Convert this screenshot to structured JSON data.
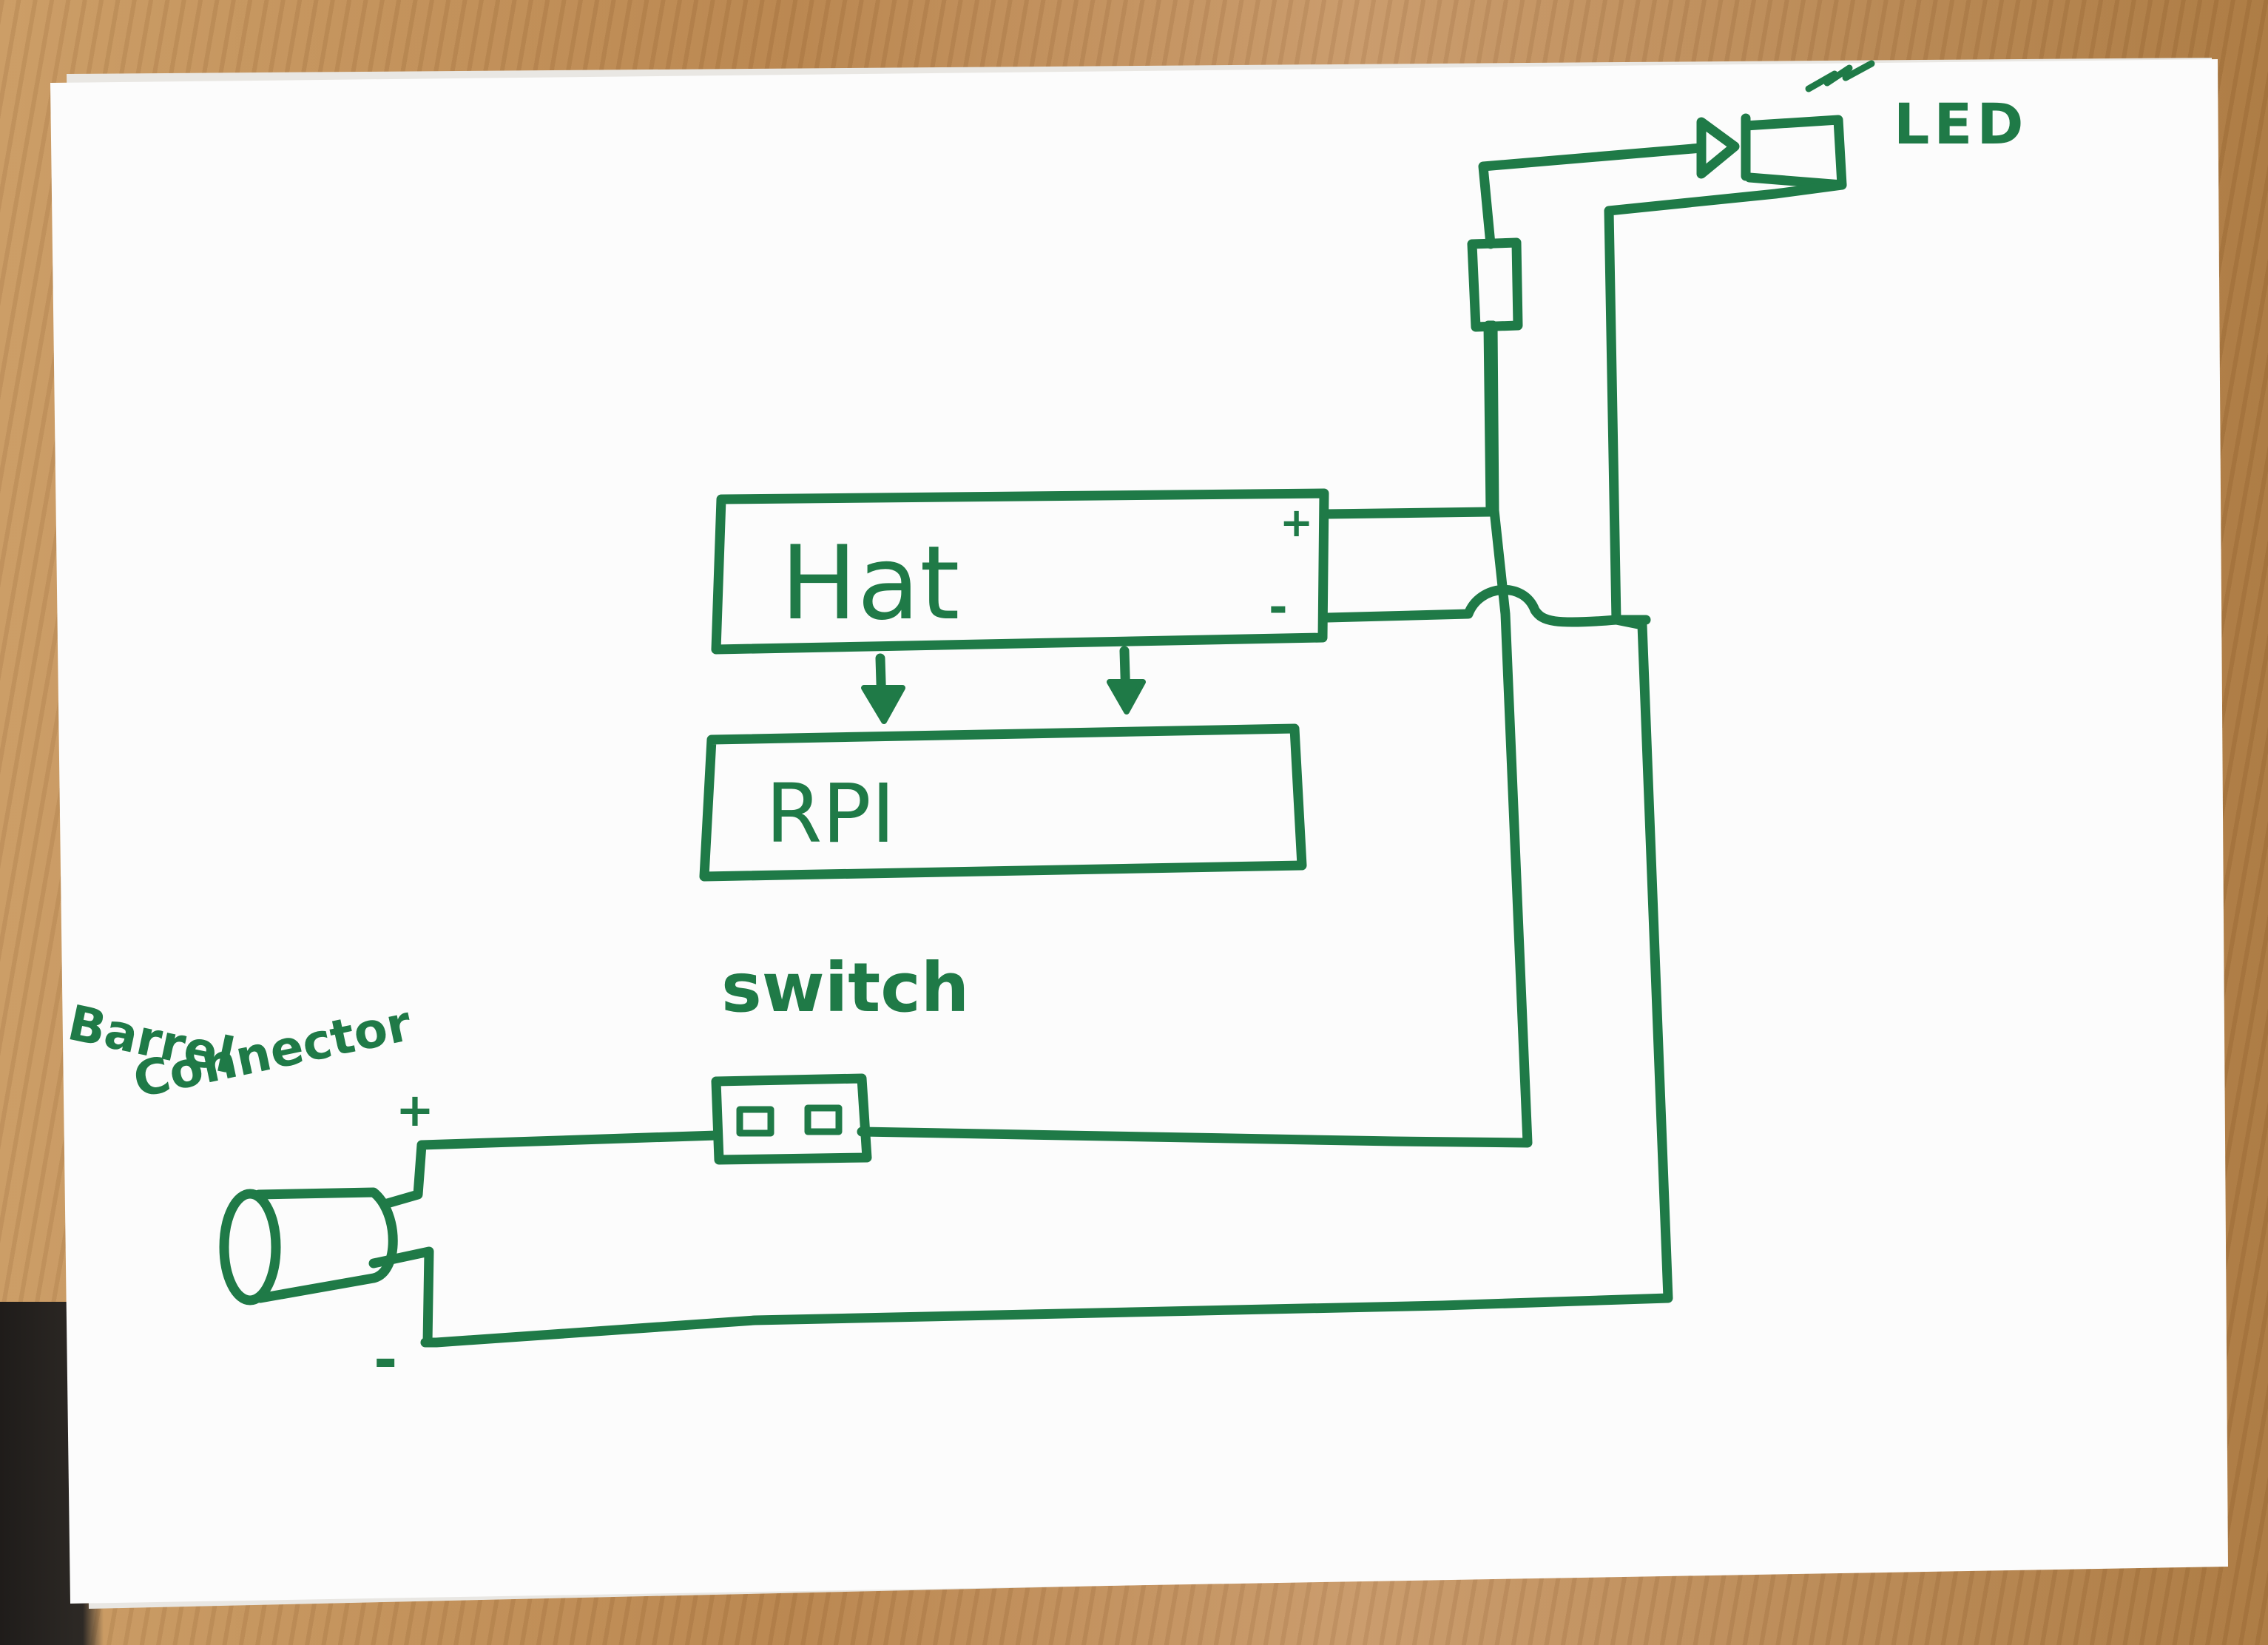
{
  "labels": {
    "hat": "Hat",
    "rpi": "RPI",
    "led": "LED",
    "switch": "switch",
    "barrel_line1": "Barrel",
    "barrel_line2": "Connector",
    "barrel_plus": "+",
    "barrel_minus": "-",
    "hat_plus": "+",
    "hat_minus": "-"
  },
  "colors": {
    "ink": "#1f7a47",
    "paper": "#fefefe",
    "table": "#b98a57"
  },
  "components": [
    {
      "name": "Hat",
      "kind": "box"
    },
    {
      "name": "RPI",
      "kind": "box"
    },
    {
      "name": "switch",
      "kind": "switch"
    },
    {
      "name": "LED",
      "kind": "led"
    },
    {
      "name": "resistor",
      "kind": "resistor"
    },
    {
      "name": "Barrel Connector",
      "kind": "barrel-connector"
    }
  ]
}
